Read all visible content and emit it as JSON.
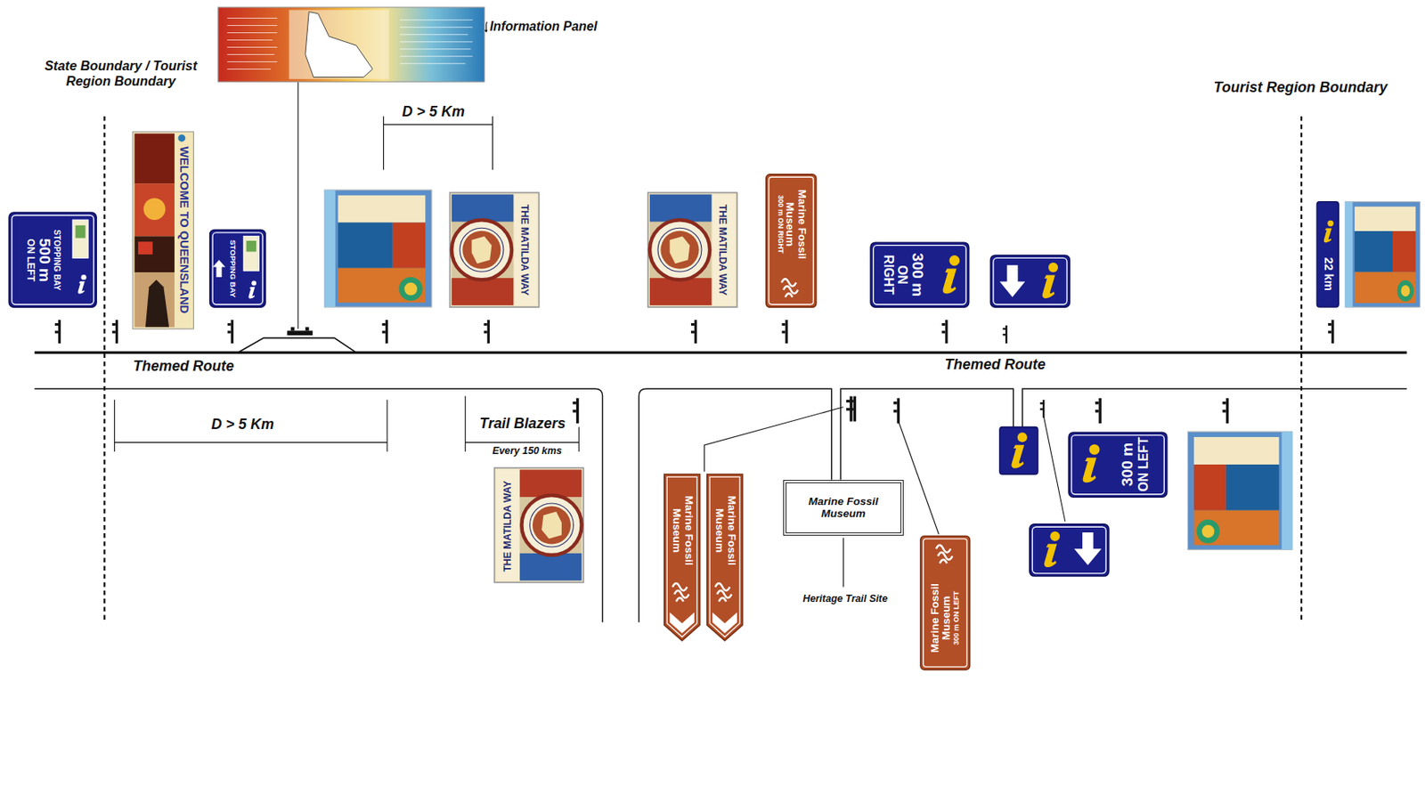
{
  "diagram": {
    "nodes": [
      {
        "text": [
          "STOPPING BAY",
          "500 m",
          "ON LEFT"
        ]
      },
      {
        "text": [
          "WELCOME TO QUEENSLAND"
        ]
      },
      {
        "text": [
          "STOPPING BAY"
        ]
      },
      {
        "text": [
          "THE MATILDA WAY"
        ]
      },
      {
        "text": [
          "THE MATILDA WAY"
        ]
      },
      {
        "text": [
          "Marine Fossil Museum",
          "300 m ON RIGHT"
        ]
      },
      {
        "text": [
          "300 m",
          "ON RIGHT"
        ]
      },
      {
        "text": [
          "22 km"
        ]
      },
      {
        "text": [
          "THE MATILDA WAY"
        ]
      },
      {
        "text": [
          "Marine Fossil Museum"
        ]
      },
      {
        "text": [
          "Marine Fossil Museum"
        ]
      },
      {
        "text": [
          "Marine Fossil Museum"
        ]
      },
      {
        "text": [
          "Marine Fossil Museum",
          "300 m ON LEFT"
        ]
      },
      {
        "text": [
          "300 m",
          "ON LEFT"
        ]
      }
    ],
    "labels": [
      "State Boundary / Tourist Region Boundary",
      "Information Panel",
      "D > 5 Km",
      "Tourist Region Boundary",
      "Themed Route",
      "Themed Route",
      "D > 5 Km",
      "Trail Blazers",
      "Every 150 kms",
      "Heritage Trail Site"
    ]
  }
}
